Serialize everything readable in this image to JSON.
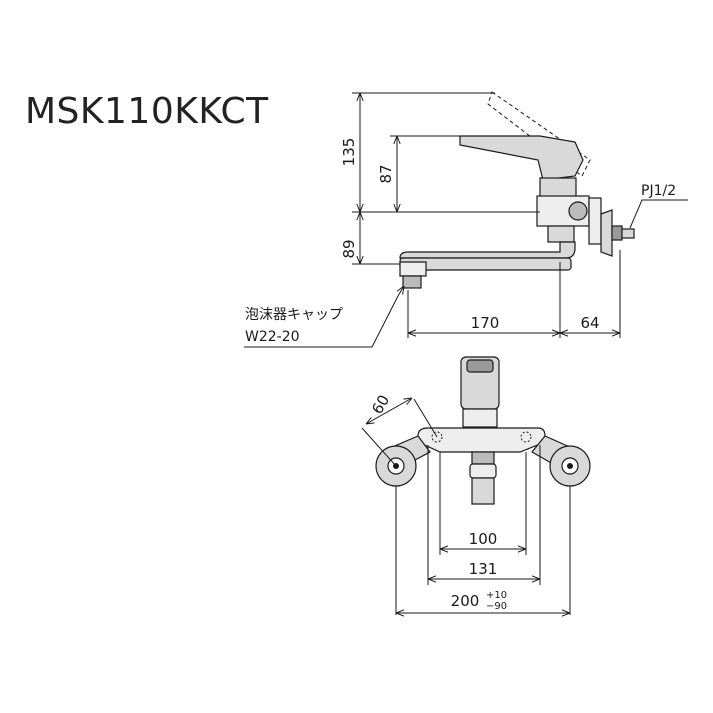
{
  "title": "MSK110KKCT",
  "dimensions": {
    "h135": "135",
    "h87": "87",
    "h89": "89",
    "w170": "170",
    "w64": "64",
    "angle60": "60",
    "w100": "100",
    "w131": "131",
    "w200": "200",
    "tol_plus": "+10",
    "tol_minus": "−90"
  },
  "labels": {
    "aerator": "泡沫器キャップ",
    "aerator_size": "W22-20",
    "pipe_thread": "PJ1/2"
  },
  "colors": {
    "line": "#1a1a1a",
    "metal_fill": "#d9d9d9",
    "dark_fill": "#9a9a9a",
    "background": "#ffffff"
  }
}
